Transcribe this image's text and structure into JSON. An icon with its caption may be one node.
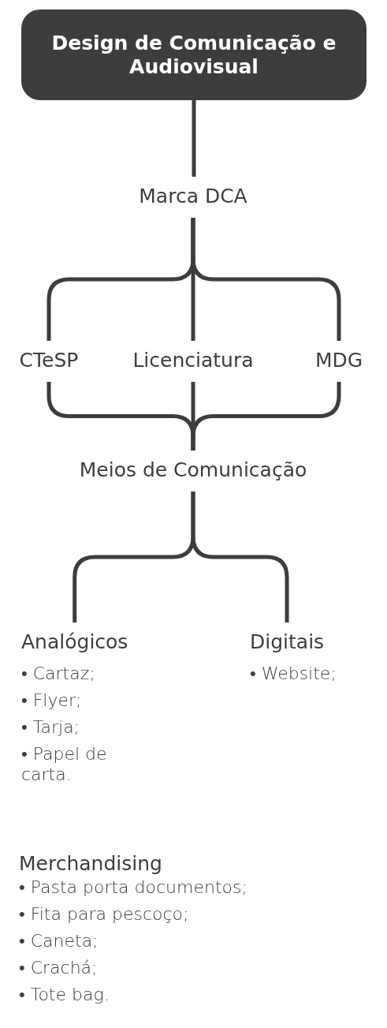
{
  "diagram": {
    "nodes": [
      {
        "text": [
          "Design de Comunicação e Audiovisual"
        ]
      },
      {
        "text": [
          "Marca DCA"
        ]
      },
      {
        "text": [
          "CTeSP"
        ]
      },
      {
        "text": [
          "Licenciatura"
        ]
      },
      {
        "text": [
          "MDG"
        ]
      },
      {
        "text": [
          "Meios de Comunicação"
        ]
      },
      {
        "text": [
          "Analógicos"
        ],
        "beside": [
          "• Cartaz;",
          "• Flyer;",
          "• Tarja;",
          "• Papel de carta."
        ]
      },
      {
        "text": [
          "Digitais"
        ],
        "beside": [
          "• Website;"
        ]
      }
    ],
    "edges": [
      {
        "from": 0,
        "to": 1,
        "arrow": "none"
      },
      {
        "from": 1,
        "to": 2,
        "arrow": "none"
      },
      {
        "from": 1,
        "to": 3,
        "arrow": "none"
      },
      {
        "from": 1,
        "to": 4,
        "arrow": "none"
      },
      {
        "from": 2,
        "to": 5,
        "arrow": "none"
      },
      {
        "from": 3,
        "to": 5,
        "arrow": "none"
      },
      {
        "from": 4,
        "to": 5,
        "arrow": "none"
      },
      {
        "from": 5,
        "to": 6,
        "arrow": "none"
      },
      {
        "from": 5,
        "to": 7,
        "arrow": "none"
      }
    ],
    "labels": [
      "Merchandising",
      "• Pasta porta documentos;",
      "• Fita para pescoço;",
      "• Caneta;",
      "• Crachá;",
      "• Tote bag."
    ]
  }
}
